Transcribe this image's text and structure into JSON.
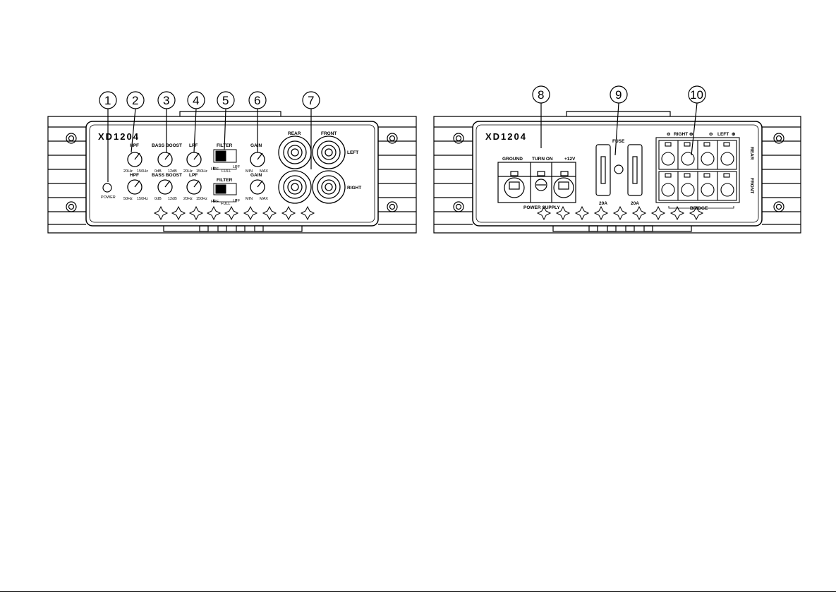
{
  "callouts": [
    "1",
    "2",
    "3",
    "4",
    "5",
    "6",
    "7",
    "8",
    "9",
    "10"
  ],
  "front_panel": {
    "model": "XD1204",
    "top_labels": [
      "HPF",
      "BASS BOOST",
      "LPF",
      "FILTER",
      "GAIN"
    ],
    "bottom_labels": [
      "HPF",
      "BASS BOOST",
      "LPF",
      "FILTER",
      "GAIN"
    ],
    "hpf_range": [
      "20Hz",
      "150Hz"
    ],
    "hpf_range_b": [
      "50Hz",
      "150Hz"
    ],
    "bass_range": [
      "0dB",
      "12dB"
    ],
    "lpf_range": [
      "20Hz",
      "150Hz"
    ],
    "gain_range": [
      "MIN",
      "MAX"
    ],
    "filter_modes": [
      "HPF",
      "FULL",
      "LPF"
    ],
    "power_label": "POWER",
    "rca_col_labels": [
      "REAR",
      "FRONT"
    ],
    "rca_row_labels": [
      "LEFT",
      "RIGHT"
    ]
  },
  "rear_panel": {
    "model": "XD1204",
    "power_terminals": [
      "GROUND",
      "TURN ON",
      "+12V"
    ],
    "power_supply_label": "POWER SUPPLY",
    "fuse_label": "FUSE",
    "fuse_ratings": [
      "20A",
      "20A"
    ],
    "speaker_header": [
      "RIGHT",
      "LEFT"
    ],
    "speaker_row_labels": [
      "REAR",
      "FRONT"
    ],
    "bridge_label": "BRIDGE",
    "polarity": [
      "⊖",
      "⊕"
    ]
  }
}
